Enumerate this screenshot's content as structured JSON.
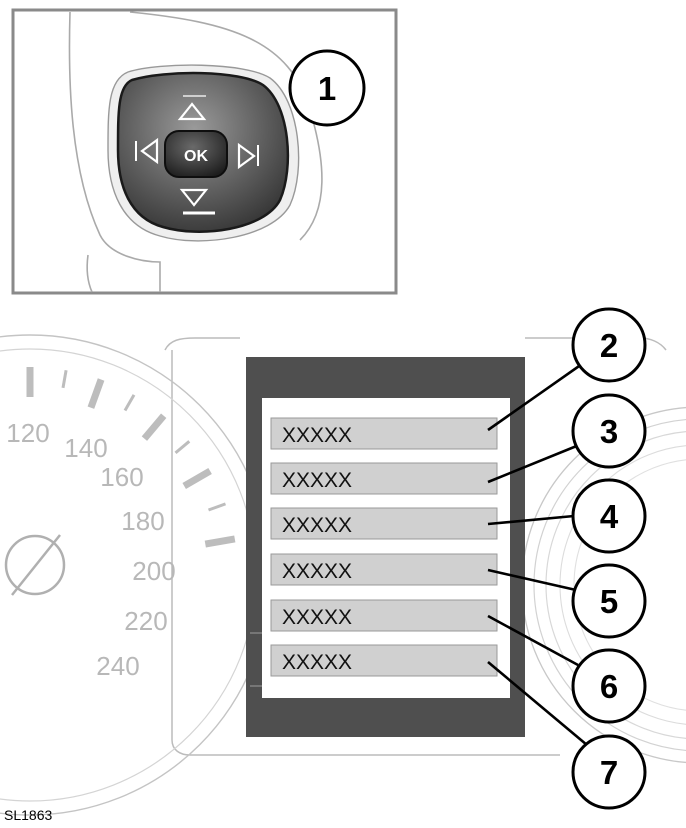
{
  "callouts": {
    "c1": "1",
    "c2": "2",
    "c3": "3",
    "c4": "4",
    "c5": "5",
    "c6": "6",
    "c7": "7"
  },
  "switch_pack": {
    "ok_label": "OK"
  },
  "speedometer": {
    "labels": [
      "120",
      "140",
      "160",
      "180",
      "200",
      "220",
      "240"
    ]
  },
  "menu": {
    "items": [
      "XXXXX",
      "XXXXX",
      "XXXXX",
      "XXXXX",
      "XXXXX",
      "XXXXX"
    ]
  },
  "reference_code": "SL1863"
}
